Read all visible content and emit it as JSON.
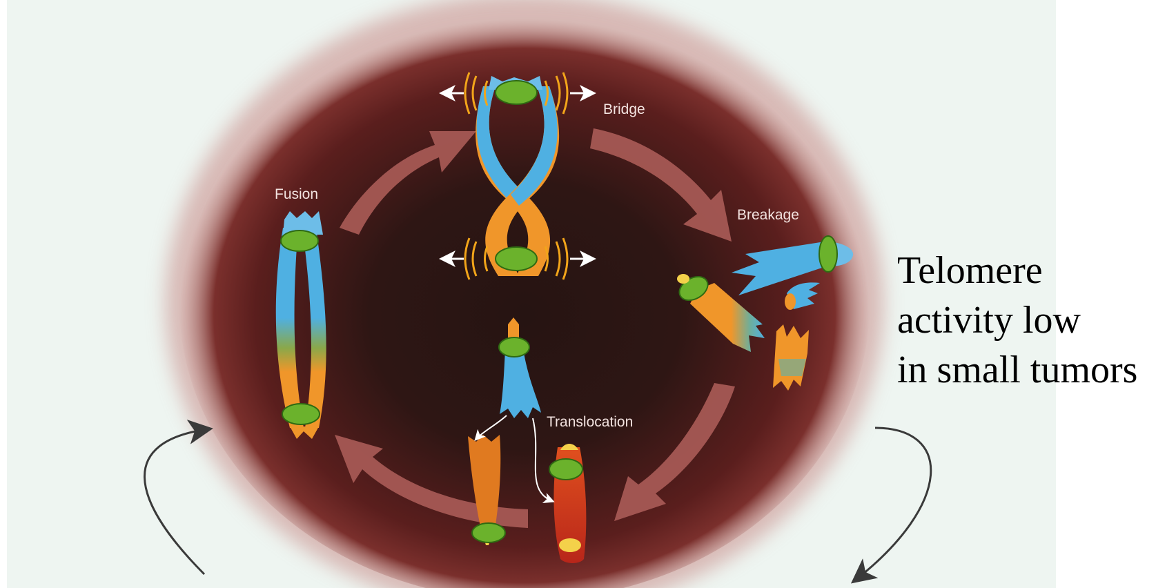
{
  "diagram": {
    "stages": {
      "bridge": "Bridge",
      "breakage": "Breakage",
      "translocation": "Translocation",
      "fusion": "Fusion"
    }
  },
  "caption": {
    "line1": "Telomere",
    "line2": "activity low",
    "line3": "in small tumors"
  },
  "colors": {
    "background": "#ffffff",
    "cell_dark": "#2a1413",
    "cell_rim": "#7a2a28",
    "cycle_arrow": "#a85a56",
    "chromosome_blue": "#4fb0e2",
    "chromosome_orange": "#f0962a",
    "chromosome_red": "#c43018",
    "centromere_green": "#6bb22c",
    "vibration_yellow": "#f2a51a"
  }
}
